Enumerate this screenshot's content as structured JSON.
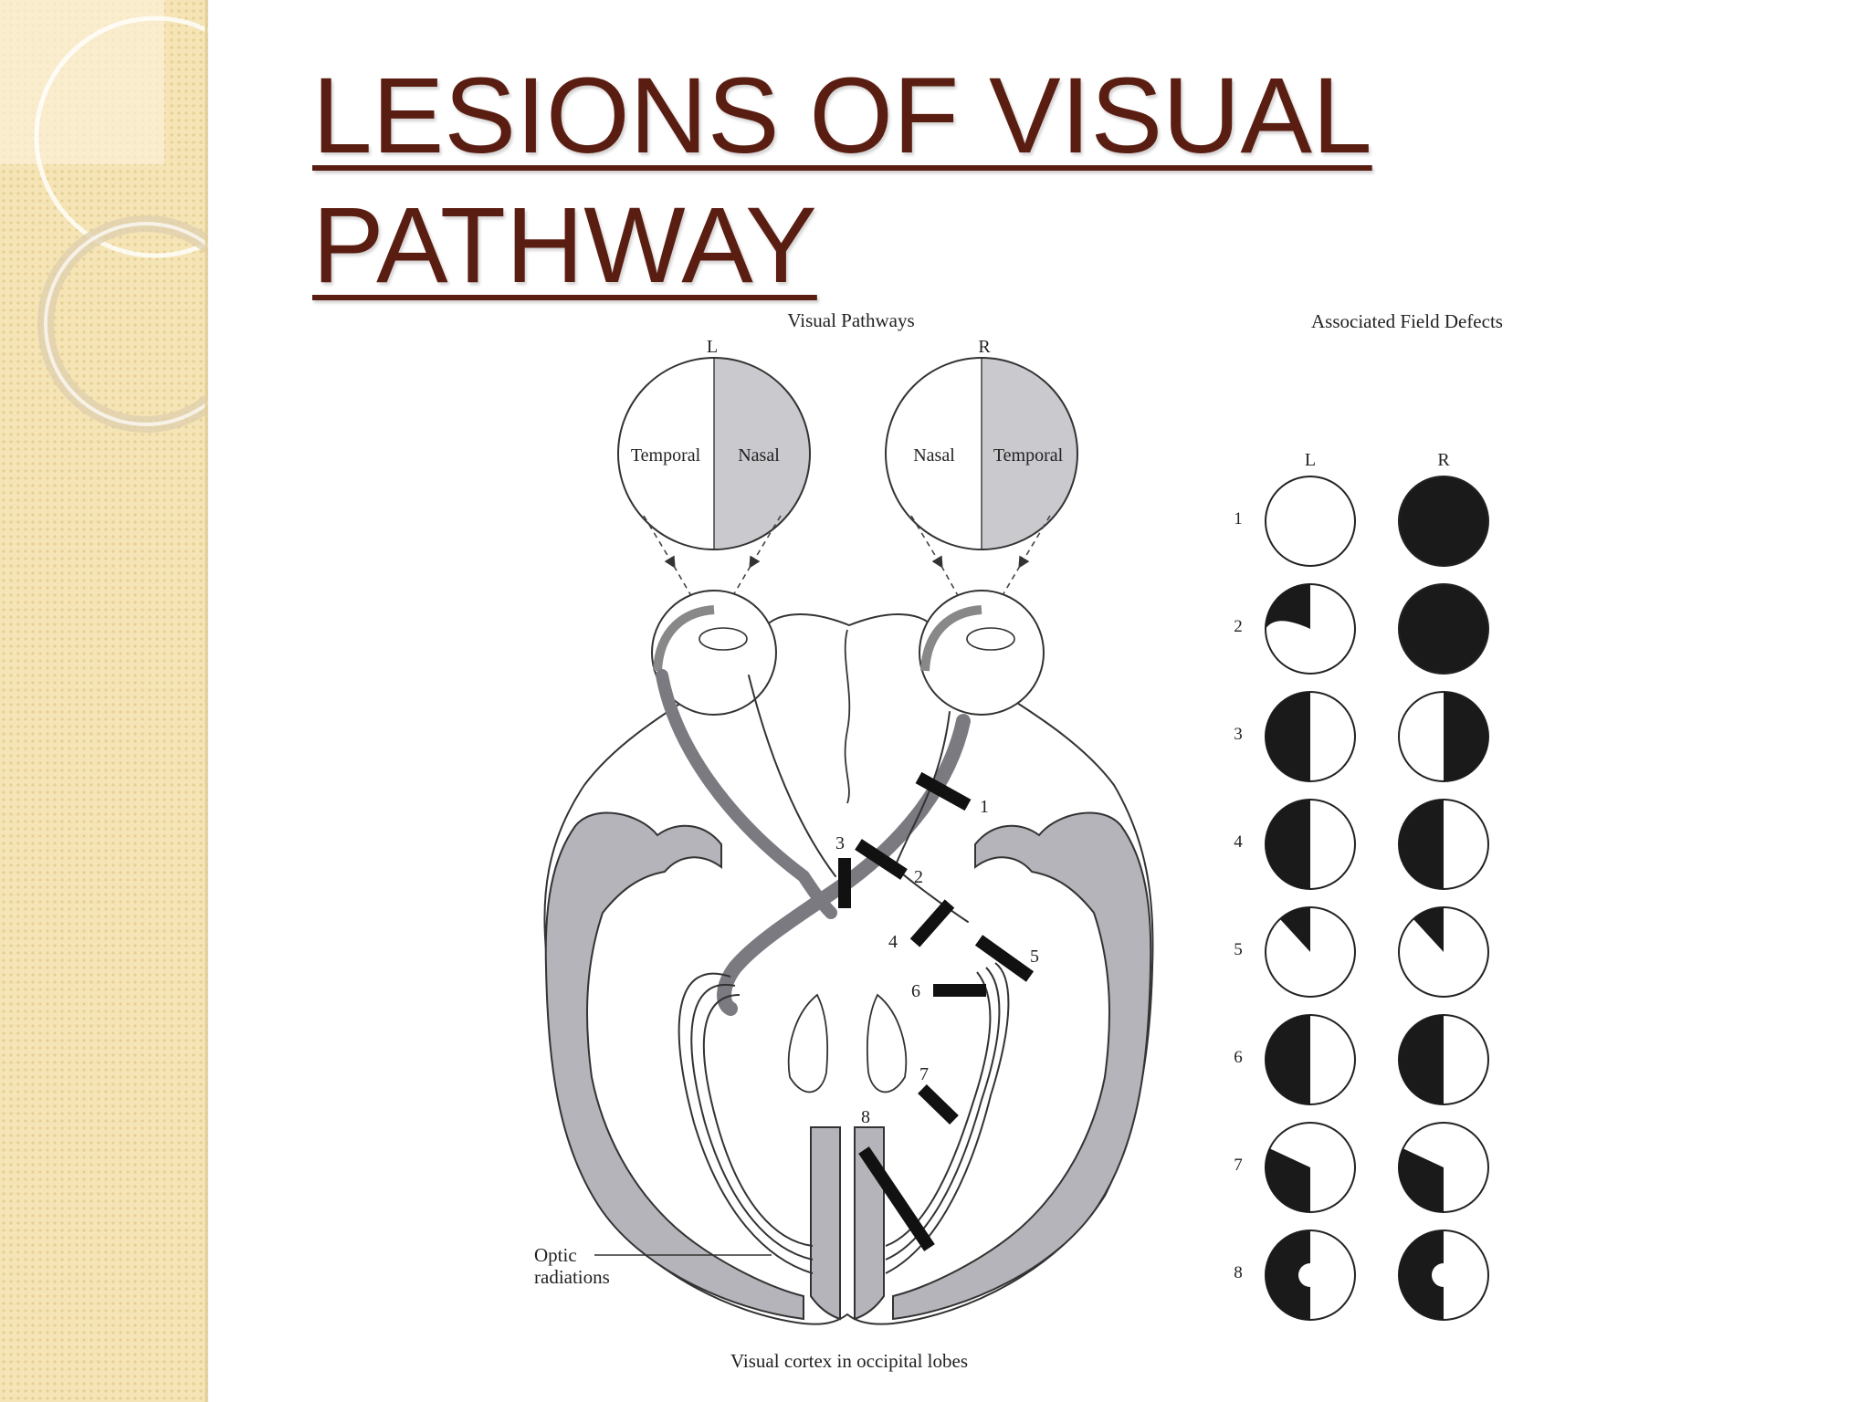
{
  "slide": {
    "title": "LESIONS OF VISUAL PATHWAY"
  },
  "diagram": {
    "left_heading": "Visual Pathways",
    "right_heading": "Associated Field Defects",
    "eye_left_label": "L",
    "eye_right_label": "R",
    "left_field_temporal": "Temporal",
    "left_field_nasal": "Nasal",
    "right_field_nasal": "Nasal",
    "right_field_temporal": "Temporal",
    "optic_radiations_line1": "Optic",
    "optic_radiations_line2": "radiations",
    "cortex_label": "Visual cortex in occipital lobes",
    "lesion_numbers": [
      "1",
      "2",
      "3",
      "4",
      "5",
      "6",
      "7",
      "8"
    ],
    "defects": {
      "col_left": "L",
      "col_right": "R",
      "rows": [
        {
          "n": "1",
          "L": "normal",
          "R": "total blindness"
        },
        {
          "n": "2",
          "L": "superior temporal quadrant loss",
          "R": "total blindness"
        },
        {
          "n": "3",
          "L": "temporal (left) half loss",
          "R": "temporal (right) half loss"
        },
        {
          "n": "4",
          "L": "left half loss",
          "R": "left half loss"
        },
        {
          "n": "5",
          "L": "upper left quadrant wedge",
          "R": "upper left quadrant wedge"
        },
        {
          "n": "6",
          "L": "left half loss",
          "R": "left half loss"
        },
        {
          "n": "7",
          "L": "left half loss sparing upper quadrant",
          "R": "left half loss sparing upper quadrant"
        },
        {
          "n": "8",
          "L": "left half loss with macular sparing",
          "R": "left half loss with macular sparing"
        }
      ]
    },
    "colors": {
      "title": "#5a1d11",
      "field_shade": "#c9c9ce",
      "brain_gray": "#b4b4ba",
      "sidebar": "#f4e2b2"
    }
  }
}
